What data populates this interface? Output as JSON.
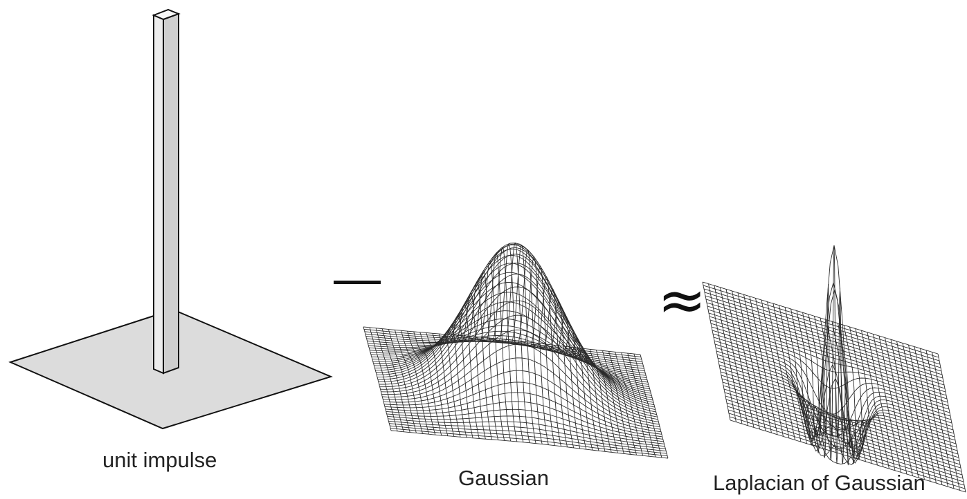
{
  "panels": [
    {
      "id": "impulse",
      "label": "unit impulse"
    },
    {
      "id": "gaussian",
      "label": "Gaussian"
    },
    {
      "id": "log",
      "label": "Laplacian of Gaussian"
    }
  ],
  "operators": {
    "minus": "—",
    "approx": "≈"
  },
  "colors": {
    "plane": "#dcdcdc",
    "mesh": "#2a2a2a",
    "outline": "#111111",
    "bar_face": "#ededed",
    "bar_side": "#cfcfcf"
  }
}
